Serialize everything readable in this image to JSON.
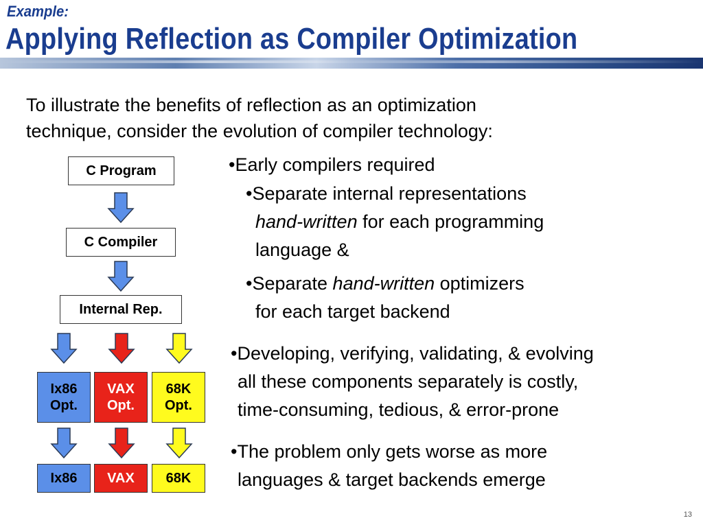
{
  "header": {
    "subtitle": "Example:",
    "title": "Applying Reflection as Compiler Optimization"
  },
  "intro": {
    "line1": "To illustrate the benefits of reflection as an optimization",
    "line2": "technique, consider the evolution of compiler technology:"
  },
  "diagram": {
    "c_program": "C Program",
    "c_compiler": "C Compiler",
    "internal_rep": "Internal Rep.",
    "opt_boxes": [
      {
        "line1": "Ix86",
        "line2": "Opt."
      },
      {
        "line1": "VAX",
        "line2": "Opt."
      },
      {
        "line1": "68K",
        "line2": "Opt."
      }
    ],
    "targets": [
      "Ix86",
      "VAX",
      "68K"
    ],
    "colors": {
      "blue": "#5b8fe8",
      "red": "#e8231a",
      "yellow": "#fffb1e",
      "arrow_outline": "#2b3a55"
    }
  },
  "bullets": {
    "b1": "•Early compilers required",
    "b1a_l1": "•Separate internal representations",
    "b1a_l2_italic": "hand-written",
    "b1a_l2_rest": " for each programming",
    "b1a_l3": "language &",
    "b1b_l1_pre": "•Separate ",
    "b1b_l1_italic": "hand-written",
    "b1b_l1_post": " optimizers",
    "b1b_l2": "for each target backend",
    "b2_l1": "•Developing, verifying, validating, & evolving",
    "b2_l2": "all these components separately is costly,",
    "b2_l3": "time-consuming, tedious, & error-prone",
    "b3_l1": "•The problem only gets worse as more",
    "b3_l2": "languages & target backends emerge"
  },
  "page_number": "13"
}
